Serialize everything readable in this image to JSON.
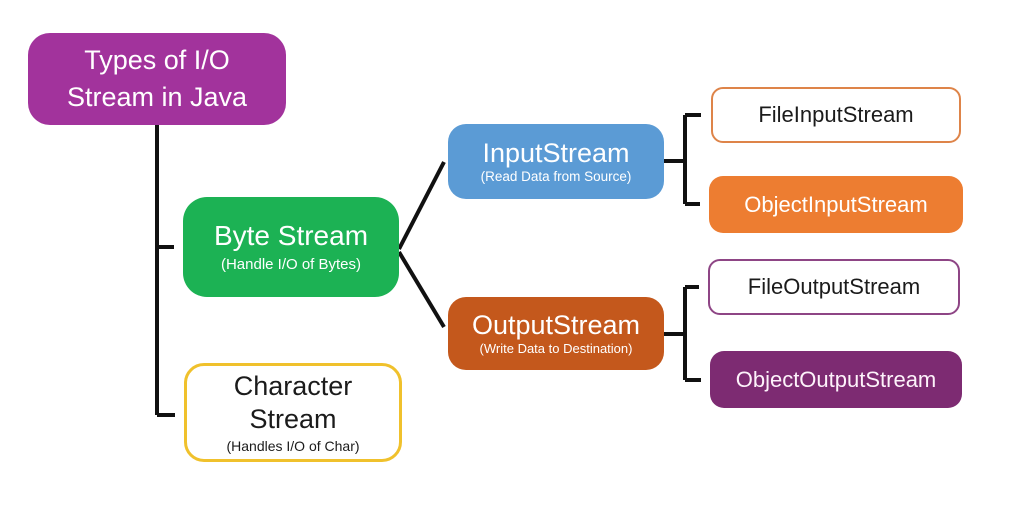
{
  "diagram": {
    "root": {
      "label": "Types of I/O Stream in Java"
    },
    "nodes": {
      "byte_stream": {
        "label": "Byte Stream",
        "note": "(Handle I/O of Bytes)"
      },
      "character_stream": {
        "label": "Character Stream",
        "note": "(Handles I/O of Char)"
      },
      "input_stream": {
        "label": "InputStream",
        "note": "(Read Data from Source)"
      },
      "output_stream": {
        "label": "OutputStream",
        "note": "(Write Data to Destination)"
      },
      "file_input_stream": {
        "label": "FileInputStream"
      },
      "object_input_stream": {
        "label": "ObjectInputStream"
      },
      "file_output_stream": {
        "label": "FileOutputStream"
      },
      "object_output_stream": {
        "label": "ObjectOutputStream"
      }
    },
    "colors": {
      "root_fill": "#A2339C",
      "byte_stream_fill": "#1CB254",
      "character_border": "#F0C12C",
      "input_stream_fill": "#5B9BD5",
      "output_stream_fill": "#C4581C",
      "file_input_border": "#DE8449",
      "object_input_fill": "#ED7D31",
      "file_output_border": "#8E4585",
      "object_output_fill": "#7D2B72",
      "connector": "#111111"
    }
  }
}
